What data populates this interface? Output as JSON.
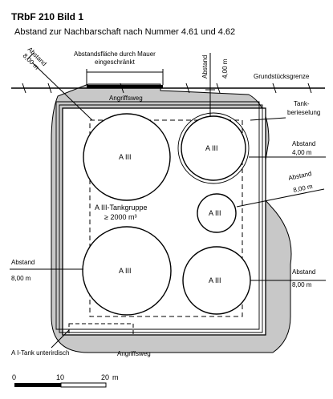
{
  "header": {
    "title": "TRbF 210 Bild 1",
    "subtitle": "Abstand zur Nachbarschaft nach Nummer 4.61 und 4.62"
  },
  "labels": {
    "abstand_top_left": [
      "Abstand",
      "8,00 m"
    ],
    "abstandsflaeche": [
      "Abstandsfläche durch Mauer",
      "eingeschränkt"
    ],
    "abstand_top_right": [
      "Abstand",
      "4,00 m"
    ],
    "grundstuecksgrenze": "Grundstücksgrenze",
    "angriffsweg_top": "Angriffsweg",
    "tankberieselung": [
      "Tank-",
      "berieselung"
    ],
    "abstand_right_1": [
      "Abstand",
      "4,00 m"
    ],
    "abstand_right_2": [
      "Abstand",
      "8,00 m"
    ],
    "tankgruppe": [
      "A III-Tankgruppe",
      "≥ 2000 m³"
    ],
    "abstand_left_lower": [
      "Abstand",
      "8,00 m"
    ],
    "abstand_right_lower": [
      "Abstand",
      "8,00 m"
    ],
    "a1_tank": "A I-Tank unterirdisch",
    "angriffsweg_bottom": "Angriffsweg"
  },
  "tanks": [
    {
      "name": "tank-large-top-left",
      "label": "A III"
    },
    {
      "name": "tank-medium-top-right",
      "label": "A III"
    },
    {
      "name": "tank-small-middle-right",
      "label": "A III"
    },
    {
      "name": "tank-large-bottom-left",
      "label": "A III"
    },
    {
      "name": "tank-medium-bottom-right",
      "label": "A III"
    }
  ],
  "scale": {
    "ticks": [
      "0",
      "10",
      "20"
    ],
    "unit": "m"
  },
  "colors": {
    "zone_fill": "#c8c8c8",
    "line": "#000000",
    "background": "#ffffff"
  }
}
